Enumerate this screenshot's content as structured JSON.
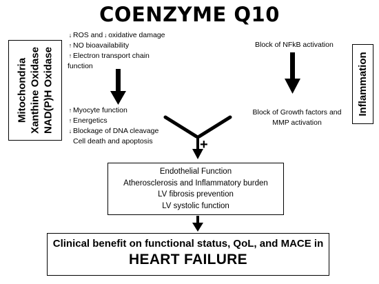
{
  "title": "COENZYME Q10",
  "left_box": {
    "lines": [
      "Mitochondria",
      "Xanthine Oxidase",
      "NAD(P)H Oxidase"
    ]
  },
  "right_box": {
    "label": "Inflammation"
  },
  "mito_effects_top": {
    "line1": {
      "arrow1": "↓",
      "text1": "ROS and",
      "arrow2": "↓",
      "text2": "oxidative damage"
    },
    "line2": {
      "arrow": "↑",
      "text": "NO bioavailability"
    },
    "line3": {
      "arrow": "↑",
      "text": "Electron transport chain"
    },
    "line4": {
      "text": "function"
    }
  },
  "mito_effects_bottom": {
    "line1": {
      "arrow": "↑",
      "text": "Myocyte function"
    },
    "line2": {
      "arrow": "↑",
      "text": "Energetics"
    },
    "line3": {
      "arrow": "↓",
      "text": "Blockage of DNA cleavage"
    },
    "line4": {
      "text": "Cell death and apoptosis"
    }
  },
  "inflammation_effects": {
    "top": "Block of NFkB activation",
    "bottom_line1": "Block of Growth factors and",
    "bottom_line2": "MMP activation"
  },
  "plus_sign": "+",
  "center_box": {
    "lines": [
      "Endothelial Function",
      "Atherosclerosis and Inflammatory burden",
      "LV fibrosis prevention",
      "LV systolic function"
    ]
  },
  "bottom_box": {
    "line1": "Clinical benefit on functional status, QoL, and MACE in",
    "line2": "HEART FAILURE"
  }
}
